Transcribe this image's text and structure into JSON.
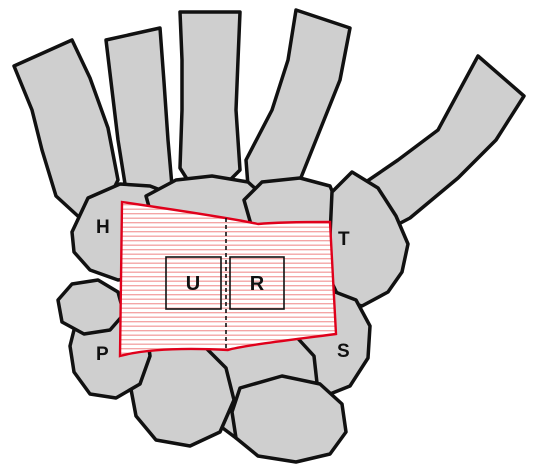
{
  "colors": {
    "bone_fill": "#cfcfcf",
    "outline": "#111111",
    "region_outline": "#e0001b",
    "hatch": "#f3a0a0"
  },
  "corner_labels": {
    "top_left": "H",
    "top_right": "T",
    "bottom_left": "P",
    "bottom_right": "S"
  },
  "boxes": {
    "left": "U",
    "right": "R"
  }
}
